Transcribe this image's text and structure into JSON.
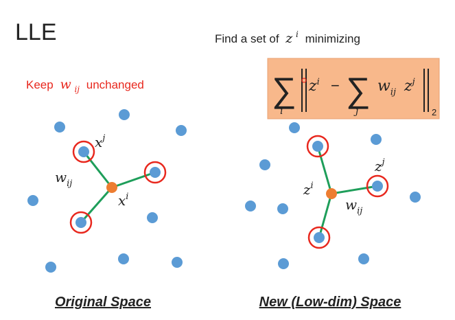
{
  "slide": {
    "title": "LLE",
    "instruction": "Find a set of",
    "instruction_var": "z",
    "instruction_sup": "i",
    "instruction_tail": "minimizing",
    "keep_prefix": "Keep",
    "keep_var": "w",
    "keep_sub": "ij",
    "keep_suffix": "unchanged",
    "formula": {
      "sum": "∑",
      "sum_index_i": "i",
      "sum_index_j": "j",
      "z": "z",
      "sup_i": "i",
      "sup_j": "j",
      "minus": "−",
      "w": "w",
      "w_sub": "ij",
      "norm_sub": "2"
    }
  },
  "original_space": {
    "caption": "Original Space",
    "label_x": "x",
    "label_x_sup_i": "i",
    "label_x_sup_j": "j",
    "label_w": "w",
    "label_w_sub": "ij"
  },
  "new_space": {
    "caption": "New (Low-dim) Space",
    "label_z": "z",
    "label_z_sup_i": "i",
    "label_z_sup_j": "j",
    "label_w": "w",
    "label_w_sub": "ij"
  },
  "colors": {
    "point": "#5b9bd5",
    "center": "#ed7d31",
    "ring": "#e8281e",
    "edge": "#1e9e5a",
    "highlight": "#e8281e",
    "formula_bg": "#f8b88b",
    "formula_border": "#e8a070"
  }
}
